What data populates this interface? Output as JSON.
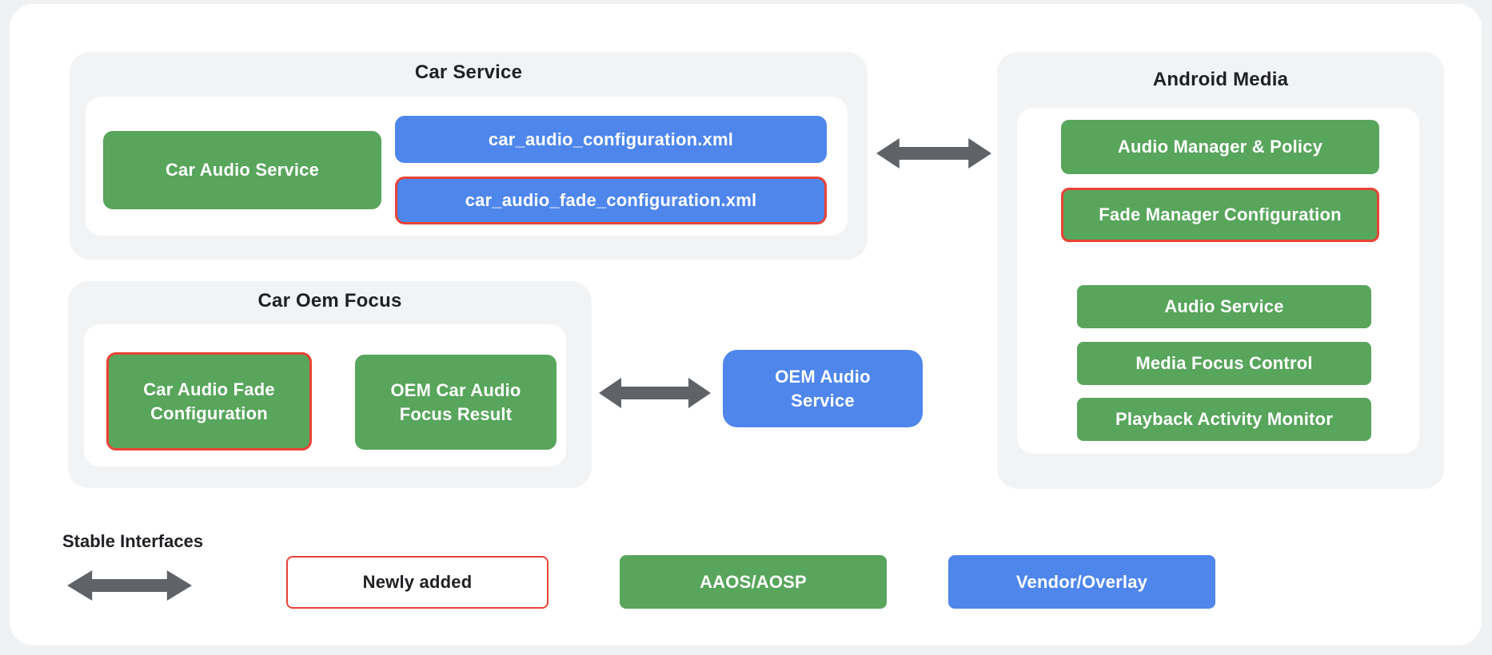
{
  "colors": {
    "green": "#58a55c",
    "blue": "#4e86ec",
    "red": "#e94335",
    "arrow": "#5f6368",
    "group_bg": "#f2f3f4",
    "page_bg": "#eff1f3",
    "text_dark": "#202124"
  },
  "groups": {
    "car_service": {
      "title": "Car Service",
      "boxes": {
        "car_audio_service": "Car Audio Service",
        "car_audio_configuration": "car_audio_configuration.xml",
        "car_audio_fade_configuration": "car_audio_fade_configuration.xml"
      }
    },
    "android_media": {
      "title": "Android Media",
      "boxes": {
        "audio_manager_policy": "Audio Manager & Policy",
        "fade_manager_configuration": "Fade Manager Configuration",
        "audio_service": "Audio Service",
        "media_focus_control": "Media Focus Control",
        "playback_activity_monitor": "Playback Activity Monitor"
      }
    },
    "car_oem_focus": {
      "title": "Car Oem Focus",
      "boxes": {
        "car_audio_fade_configuration": "Car Audio Fade Configuration",
        "oem_car_audio_focus_result": "OEM Car Audio Focus Result"
      }
    }
  },
  "standalone": {
    "oem_audio_service": "OEM Audio Service"
  },
  "legend": {
    "stable_interfaces": "Stable Interfaces",
    "newly_added": "Newly added",
    "aaos_aosp": "AAOS/AOSP",
    "vendor_overlay": "Vendor/Overlay"
  }
}
